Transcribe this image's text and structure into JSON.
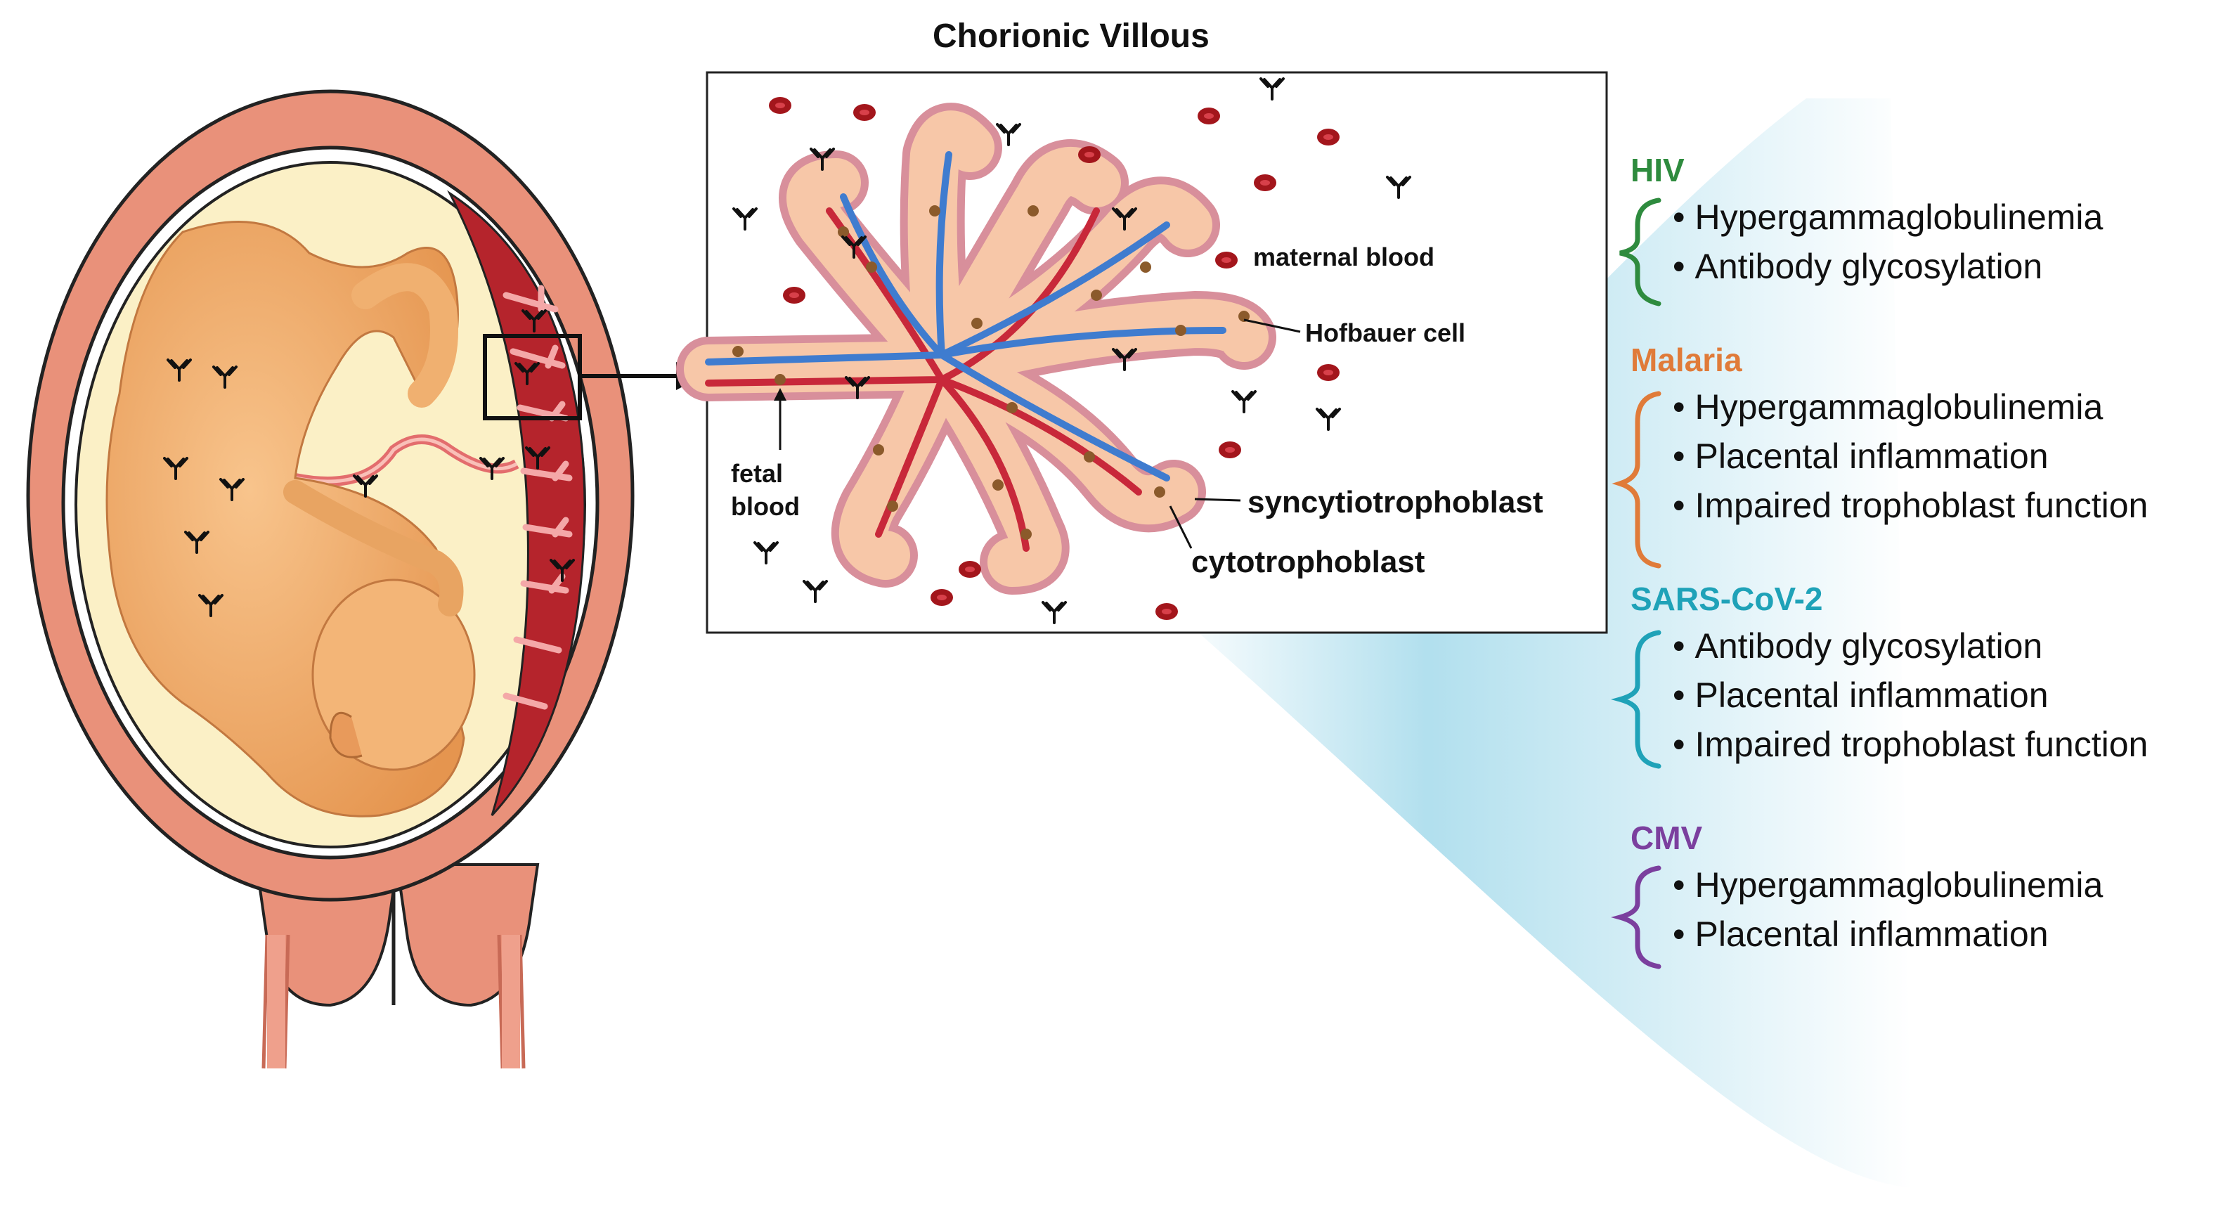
{
  "title": "Chorionic Villous",
  "labels": {
    "maternal_blood": "maternal blood",
    "hofbauer_cell": "Hofbauer cell",
    "fetal_blood_1": "fetal",
    "fetal_blood_2": "blood",
    "syncytiotrophoblast": "syncytiotrophoblast",
    "cytotrophoblast": "cytotrophoblast"
  },
  "infections": [
    {
      "name": "HIV",
      "color": "#2e8b3e",
      "items": [
        "Hypergammaglobulinemia",
        "Antibody glycosylation"
      ]
    },
    {
      "name": "Malaria",
      "color": "#e07b39",
      "items": [
        "Hypergammaglobulinemia",
        "Placental inflammation",
        "Impaired trophoblast function"
      ]
    },
    {
      "name": "SARS-CoV-2",
      "color": "#1fa2b8",
      "items": [
        "Antibody glycosylation",
        "Placental inflammation",
        "Impaired trophoblast function"
      ]
    },
    {
      "name": "CMV",
      "color": "#7b3f9e",
      "items": [
        "Hypergammaglobulinemia",
        "Placental inflammation"
      ]
    }
  ],
  "colors": {
    "uterus_wall": "#e9917a",
    "amniotic_fluid": "#fbf0c6",
    "placenta": "#b5242c",
    "villus_tissue": "#f7c7a8",
    "fetal_artery": "#c8283a",
    "fetal_vein": "#3f7ccf",
    "fetus_skin": "#f0a868",
    "funnel": "#bfe6f2"
  }
}
